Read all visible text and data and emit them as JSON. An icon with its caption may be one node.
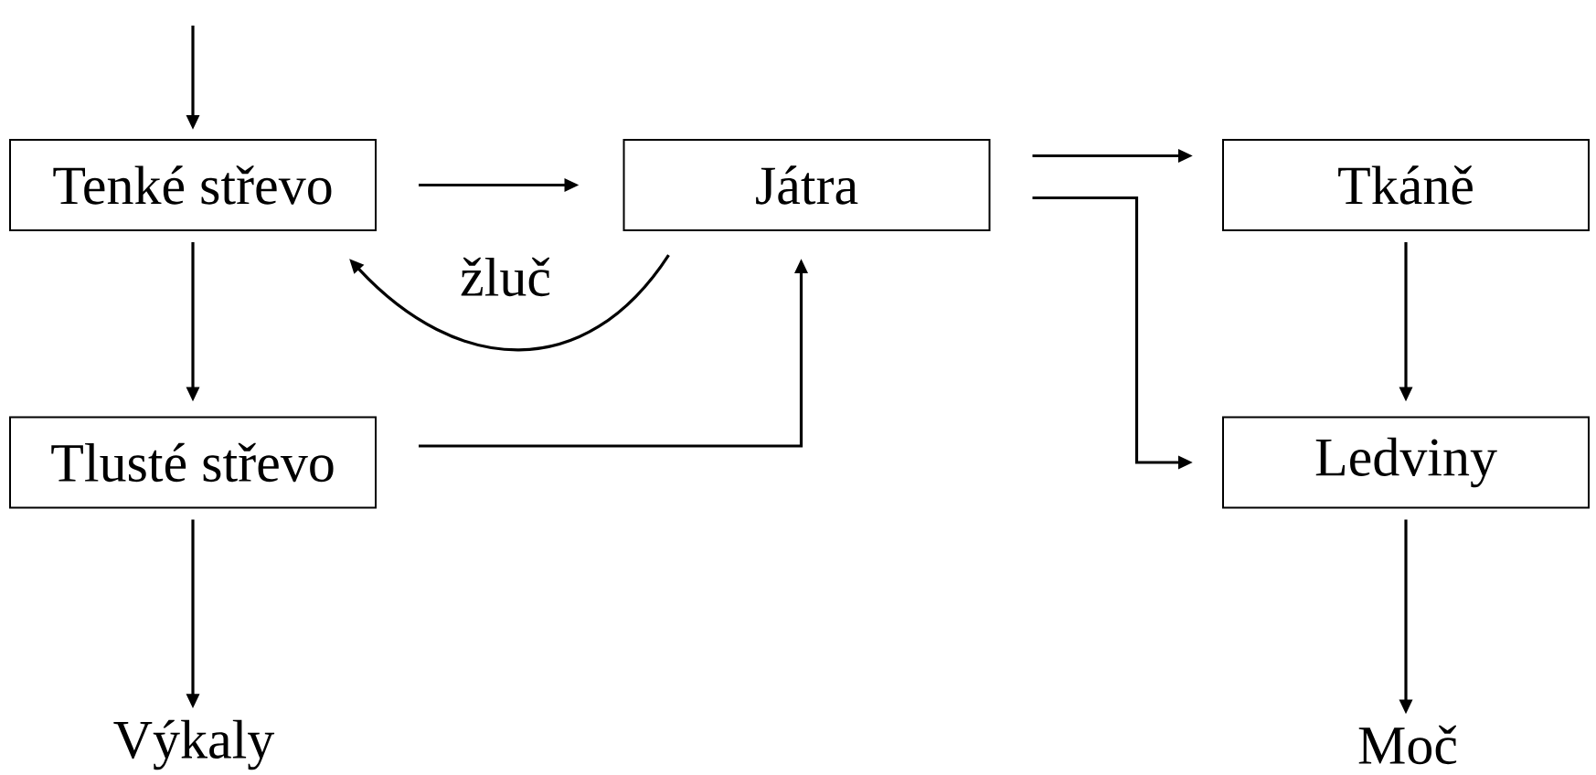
{
  "diagram": {
    "nodes": [
      {
        "text": [
          "Tenké střevo"
        ]
      },
      {
        "text": [
          "Játra"
        ]
      },
      {
        "text": [
          "Tkáně"
        ]
      },
      {
        "text": [
          "Tlusté střevo"
        ]
      },
      {
        "text": [
          "Ledviny"
        ]
      },
      {
        "text": [
          "Výkaly"
        ]
      },
      {
        "text": [
          "Moč"
        ]
      }
    ],
    "edges": [
      {
        "from": null,
        "to": 0,
        "arrow": "to"
      },
      {
        "from": 0,
        "to": 1,
        "arrow": "to"
      },
      {
        "from": 1,
        "to": 0,
        "arrow": "to",
        "label": "žluč"
      },
      {
        "from": 0,
        "to": 3,
        "arrow": "to"
      },
      {
        "from": 3,
        "to": 1,
        "arrow": "to"
      },
      {
        "from": 1,
        "to": 2,
        "arrow": "to"
      },
      {
        "from": 1,
        "to": 4,
        "arrow": "to"
      },
      {
        "from": 2,
        "to": 4,
        "arrow": "to"
      },
      {
        "from": 3,
        "to": 5,
        "arrow": "to"
      },
      {
        "from": 4,
        "to": 6,
        "arrow": "to"
      }
    ]
  }
}
